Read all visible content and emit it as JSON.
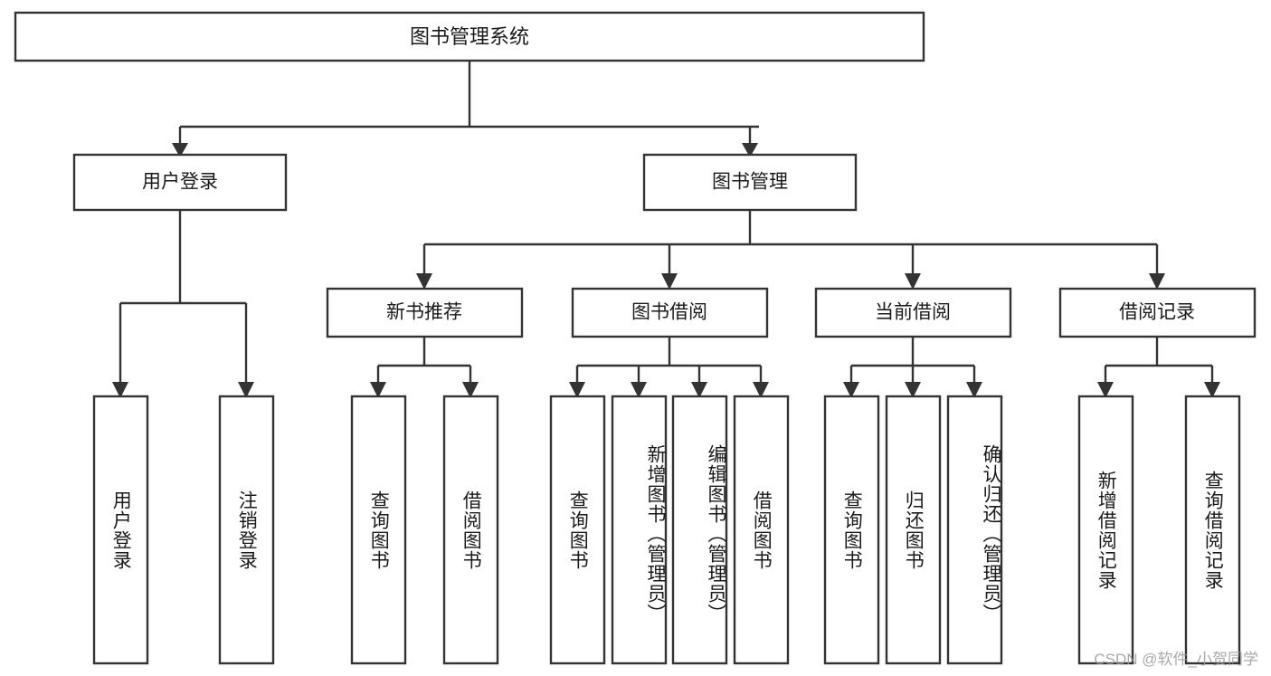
{
  "diagram": {
    "title": "图书管理系统",
    "type": "tree-hierarchy",
    "orientation": "top-down",
    "colors": {
      "box_fill": "#ffffff",
      "box_stroke": "#333333",
      "text": "#1a1a1a",
      "watermark": "#9a9a9a",
      "background": "#ffffff"
    },
    "root": {
      "label": "图书管理系统"
    },
    "level2": [
      {
        "label": "用户登录"
      },
      {
        "label": "图书管理"
      }
    ],
    "level3": [
      {
        "label": "新书推荐"
      },
      {
        "label": "图书借阅"
      },
      {
        "label": "当前借阅"
      },
      {
        "label": "借阅记录"
      }
    ],
    "leaves": {
      "user_login": [
        {
          "label": "用户登录"
        },
        {
          "label": "注销登录"
        }
      ],
      "new_book_recommend": [
        {
          "label": "查询图书"
        },
        {
          "label": "借阅图书"
        }
      ],
      "book_borrow": [
        {
          "label": "查询图书"
        },
        {
          "label": "新增图书（管理员）"
        },
        {
          "label": "编辑图书（管理员）"
        },
        {
          "label": "借阅图书"
        }
      ],
      "current_borrow": [
        {
          "label": "查询图书"
        },
        {
          "label": "归还图书"
        },
        {
          "label": "确认归还（管理员）"
        }
      ],
      "borrow_record": [
        {
          "label": "新增借阅记录"
        },
        {
          "label": "查询借阅记录"
        }
      ]
    },
    "watermark": "CSDN @软件_小贺同学"
  }
}
